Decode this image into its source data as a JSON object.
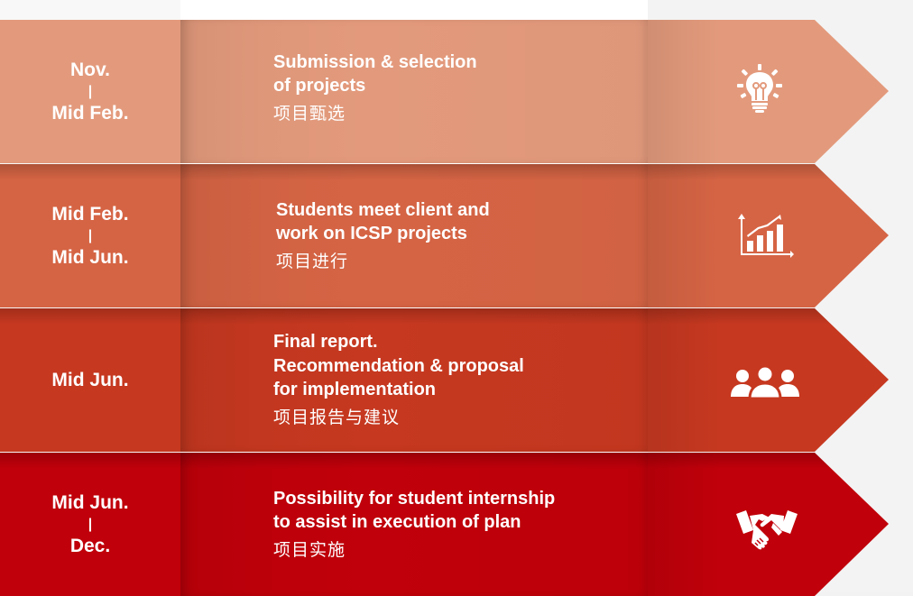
{
  "colors": {
    "row1": "#e39a7c",
    "row2": "#d56444",
    "row3": "#c63820",
    "row4": "#c0000a"
  },
  "rows": [
    {
      "date_start": "Nov.",
      "separator": "|",
      "date_end": "Mid Feb.",
      "title": "Submission & selection\nof projects",
      "subtitle": "项目甄选",
      "icon": "lightbulb-icon"
    },
    {
      "date_start": "Mid Feb.",
      "separator": "|",
      "date_end": "Mid Jun.",
      "title": "Students meet client and\nwork on ICSP projects",
      "subtitle": "项目进行",
      "icon": "bar-chart-icon"
    },
    {
      "date_start": "Mid Jun.",
      "title": "Final report.\nRecommendation & proposal\nfor implementation",
      "subtitle": "项目报告与建议",
      "icon": "group-icon"
    },
    {
      "date_start": "Mid Jun.",
      "separator": "|",
      "date_end": "Dec.",
      "title": "Possibility for student internship\nto assist in execution of plan",
      "subtitle": "项目实施",
      "icon": "handshake-icon"
    }
  ]
}
